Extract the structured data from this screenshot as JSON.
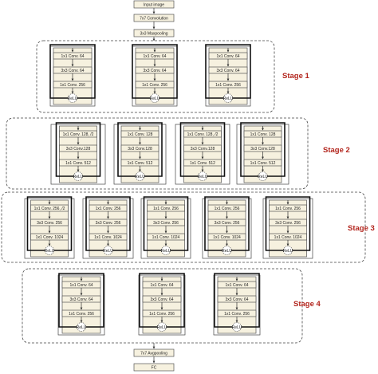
{
  "top": {
    "input": "Input image",
    "conv": "7x7 Convolution",
    "pool": "3x3 Maxpooling"
  },
  "bottom": {
    "avgpool": "7x7 Avgpooling",
    "fc": "FC"
  },
  "relu": "ReLU",
  "stages": [
    {
      "label": "Stage 1",
      "blocks": [
        [
          "1x1 Conv. 64",
          "3x3 Conv. 64",
          "1x1 Conv. 256"
        ],
        [
          "1x1 Conv. 64",
          "3x3 Conv. 64",
          "1x1 Conv. 256"
        ],
        [
          "1x1 Conv. 64",
          "3x3 Conv. 64",
          "1x1 Conv. 256"
        ]
      ]
    },
    {
      "label": "Stage 2",
      "blocks": [
        [
          "1x1 Conv. 128, /2",
          "3x3 Conv.128",
          "1x1 Conv. 512"
        ],
        [
          "1x1 Conv. 128",
          "3x3 Conv.128",
          "1x1 Conv. 512"
        ],
        [
          "1x1 Conv. 128, /2",
          "3x3 Conv.128",
          "1x1 Conv. 512"
        ],
        [
          "1x1 Conv. 128",
          "3x3 Conv.128",
          "1x1 Conv. 512"
        ]
      ]
    },
    {
      "label": "Stage 3",
      "blocks": [
        [
          "1x1 Conv. 256, /2",
          "3x3 Conv. 256",
          "1x1 Conv. 1024"
        ],
        [
          "1x1 Conv. 256",
          "3x3 Conv. 256",
          "1x1 Conv. 1024"
        ],
        [
          "1x1 Conv. 256",
          "3x3 Conv. 256",
          "1x1 Conv. 1024"
        ],
        [
          "1x1 Conv. 256",
          "3x3 Conv. 256",
          "1x1 Conv. 1024"
        ],
        [
          "1x1 Conv. 256",
          "3x3 Conv. 256",
          "1x1 Conv. 1024"
        ]
      ]
    },
    {
      "label": "Stage 4",
      "blocks": [
        [
          "1x1 Conv. 64",
          "3x3 Conv. 64",
          "1x1 Conv. 256"
        ],
        [
          "1x1 Conv. 64",
          "3x3 Conv. 64",
          "1x1 Conv. 256"
        ],
        [
          "1x1 Conv. 64",
          "3x3 Conv. 64",
          "1x1 Conv. 256"
        ]
      ]
    }
  ]
}
